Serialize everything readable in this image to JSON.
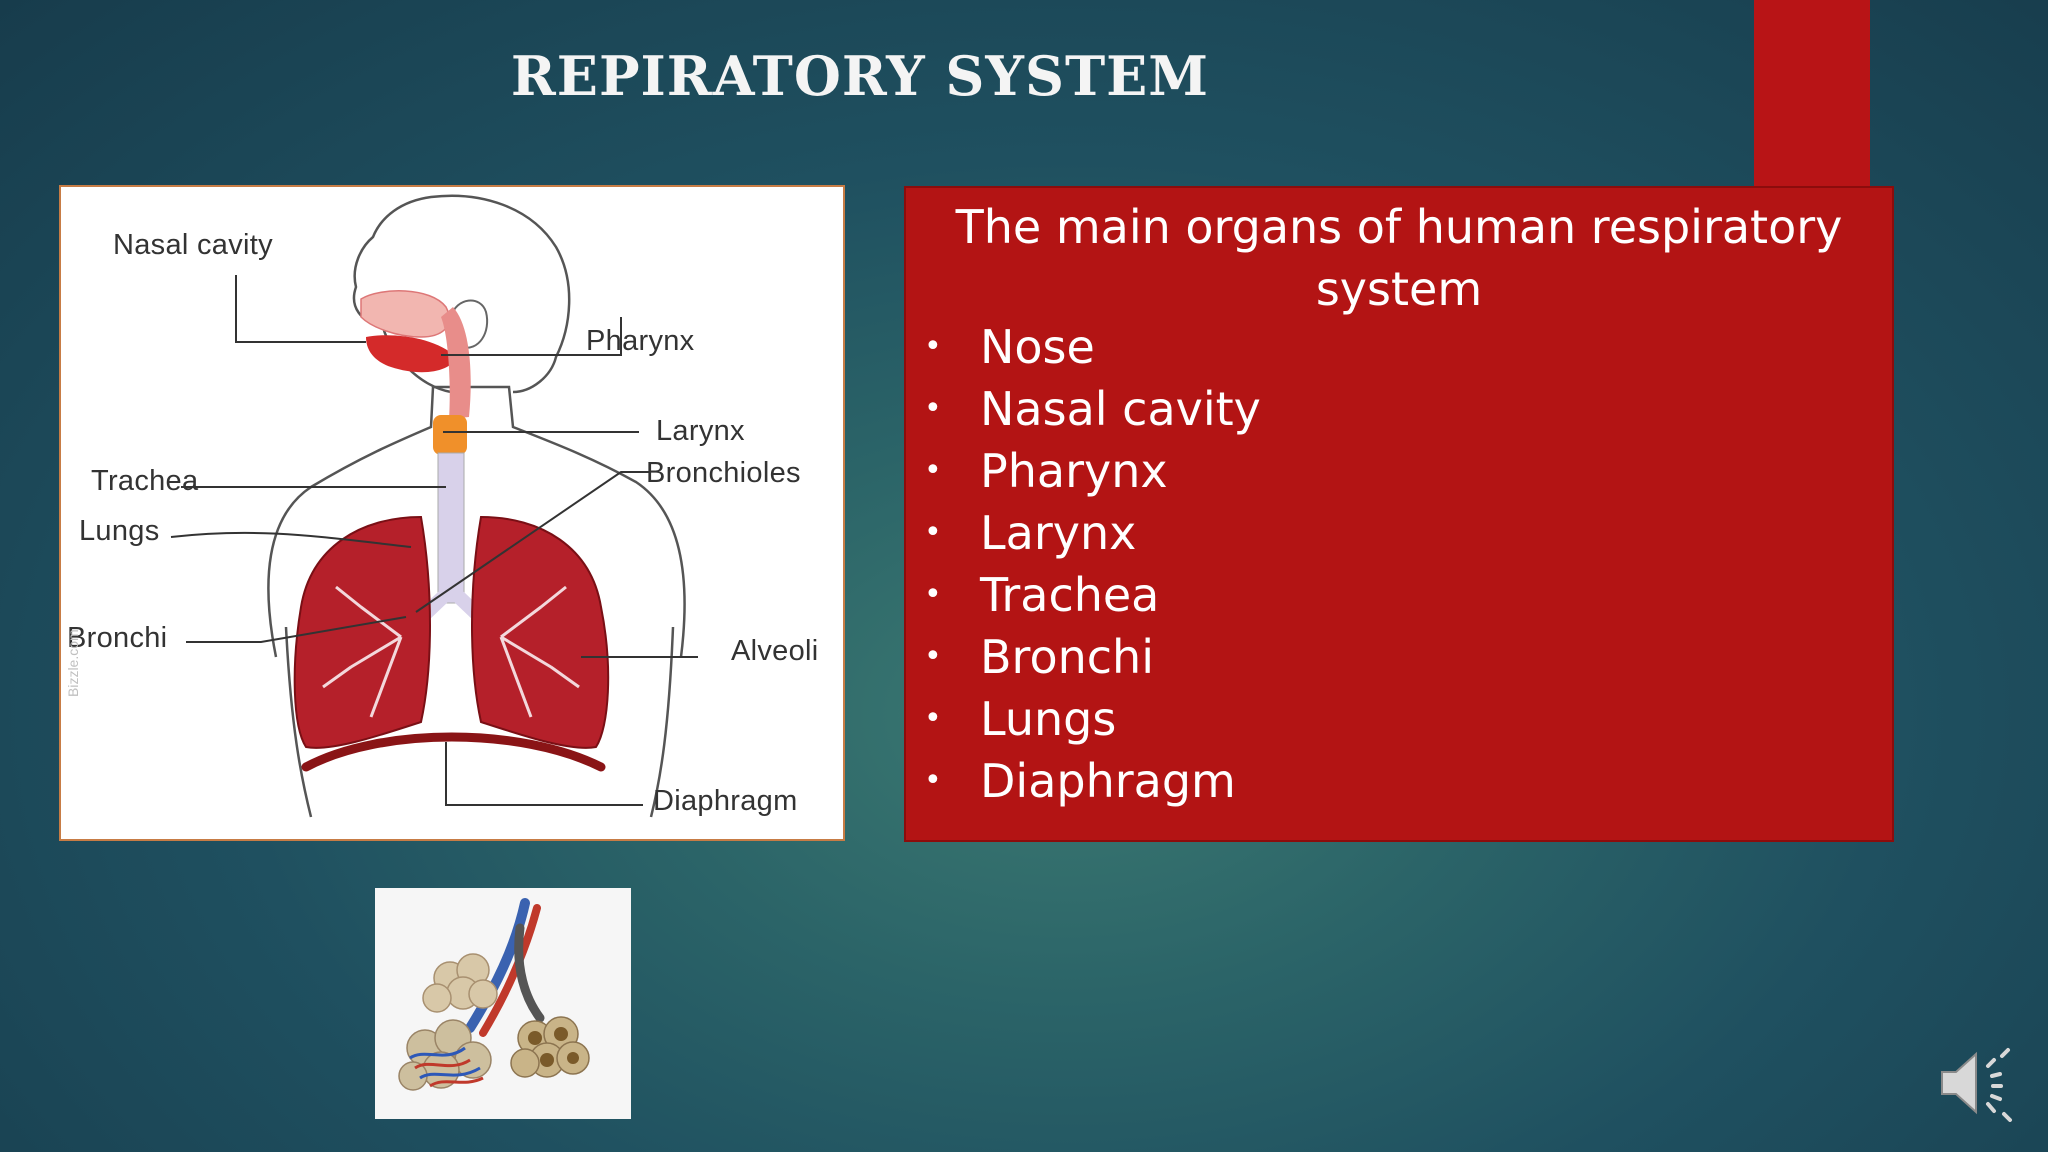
{
  "slide": {
    "title": "REPIRATORY SYSTEM",
    "colors": {
      "background": "#1f5060",
      "accent": "#b31414",
      "title_text": "#f4f4f4"
    }
  },
  "diagram": {
    "labels": {
      "nasal_cavity": "Nasal cavity",
      "pharynx": "Pharynx",
      "larynx": "Larynx",
      "bronchioles": "Bronchioles",
      "trachea": "Trachea",
      "lungs": "Lungs",
      "bronchi": "Bronchi",
      "alveoli": "Alveoli",
      "diaphragm": "Diaphragm"
    },
    "watermark": "Bizzle.com"
  },
  "info_box": {
    "heading": "The main organs of human respiratory system",
    "bullet_glyph": "•",
    "items": [
      "Nose",
      "Nasal cavity",
      "Pharynx",
      "Larynx",
      "Trachea",
      "Bronchi",
      "Lungs",
      "Diaphragm"
    ]
  },
  "icons": {
    "speaker": "speaker-icon",
    "alveoli_image": "alveoli-cluster-icon"
  }
}
